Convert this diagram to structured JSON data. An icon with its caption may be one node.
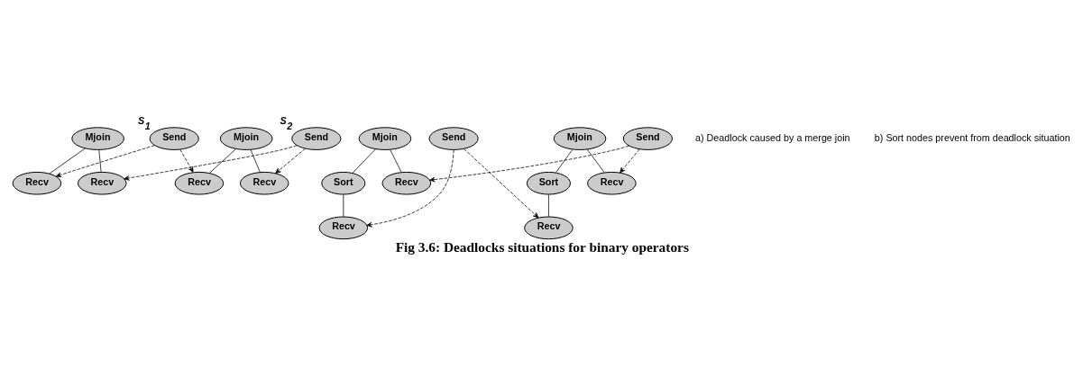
{
  "diagram": {
    "title": "Fig 3.6: Deadlocks situations for binary operators",
    "nodes": [
      {
        "text": [
          "Mjoin"
        ]
      },
      {
        "text": [
          "Recv"
        ]
      },
      {
        "text": [
          "Recv"
        ]
      },
      {
        "text": [
          "Send"
        ],
        "beside": [
          "S$_{1}$"
        ]
      },
      {
        "text": [
          "Mjoin"
        ]
      },
      {
        "text": [
          "Recv"
        ]
      },
      {
        "text": [
          "Recv"
        ]
      },
      {
        "text": [
          "Send"
        ],
        "beside": [
          "S$_{2}$"
        ]
      },
      {
        "text": [
          "Mjoin"
        ]
      },
      {
        "text": [
          "Sort"
        ]
      },
      {
        "text": [
          "Recv"
        ]
      },
      {
        "text": [
          "Recv"
        ]
      },
      {
        "text": [
          "Mjoin"
        ]
      },
      {
        "text": [
          "Sort"
        ]
      },
      {
        "text": [
          "Recv"
        ]
      },
      {
        "text": [
          "Recv"
        ]
      },
      {
        "text": [
          "Send"
        ]
      },
      {
        "text": [
          "Send"
        ]
      }
    ],
    "edges": [
      {
        "from": 0,
        "to": 1,
        "arrow": "none"
      },
      {
        "from": 0,
        "to": 2,
        "arrow": "none"
      },
      {
        "from": 4,
        "to": 5,
        "arrow": "none"
      },
      {
        "from": 4,
        "to": 6,
        "arrow": "none"
      },
      {
        "from": 3,
        "to": 1,
        "arrow": "to",
        "style": "dashed"
      },
      {
        "from": 3,
        "to": 5,
        "arrow": "to",
        "style": "dashed"
      },
      {
        "from": 7,
        "to": 2,
        "arrow": "to",
        "style": "dashed"
      },
      {
        "from": 7,
        "to": 6,
        "arrow": "to",
        "style": "dashed"
      },
      {
        "from": 8,
        "to": 9,
        "arrow": "none"
      },
      {
        "from": 9,
        "to": 10,
        "arrow": "none"
      },
      {
        "from": 8,
        "to": 11,
        "arrow": "none"
      },
      {
        "from": 12,
        "to": 13,
        "arrow": "none"
      },
      {
        "from": 13,
        "to": 14,
        "arrow": "none"
      },
      {
        "from": 12,
        "to": 15,
        "arrow": "none"
      },
      {
        "from": 16,
        "to": 10,
        "arrow": "to",
        "style": "dashed"
      },
      {
        "from": 16,
        "to": 14,
        "arrow": "to",
        "style": "dashed"
      },
      {
        "from": 17,
        "to": 11,
        "arrow": "to",
        "style": "dashed"
      },
      {
        "from": 17,
        "to": 15,
        "arrow": "to",
        "style": "dashed"
      }
    ],
    "labels": [
      "a) Deadlock caused by a merge join",
      "b) Sort nodes prevent from deadlock situation"
    ]
  }
}
